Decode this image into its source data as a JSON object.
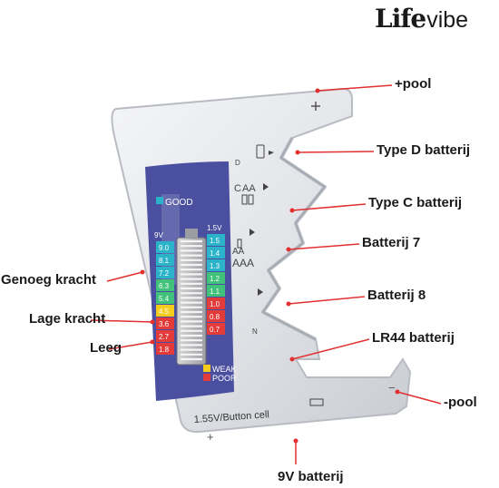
{
  "logo": {
    "bold_part": "Life",
    "thin_part": "vibe"
  },
  "callouts": {
    "plus_pole": "+pool",
    "type_d": "Type D batterij",
    "type_c": "Type C batterij",
    "battery_7": "Batterij 7",
    "battery_8": "Batterij 8",
    "lr44": "LR44 batterij",
    "minus_pole": "-pool",
    "battery_9v": "9V batterij",
    "enough_power": "Genoeg kracht",
    "low_power": "Lage kracht",
    "empty": "Leeg"
  },
  "device": {
    "slot_labels": {
      "d": "D",
      "c": "C",
      "aa": "AA",
      "aaa": "AAA",
      "aaa_small": "AA",
      "n": "N"
    },
    "bottom_label": "1.55V/Button cell",
    "plus_sign": "+",
    "minus_sign": "−"
  },
  "display": {
    "good_label": "GOOD",
    "weak_label": "WEAK",
    "poor_label": "POOR",
    "left_header": "9V",
    "right_header": "1.5V",
    "left_scale": [
      "9.0",
      "8.1",
      "7.2",
      "6.3",
      "5.4",
      "4.5",
      "3.6",
      "2.7",
      "1.8"
    ],
    "right_scale": [
      "1.5",
      "1.4",
      "1.3",
      "1.2",
      "1.1",
      "1.0",
      "0.8",
      "0.7"
    ],
    "colors": {
      "panel": "#4a4fa0",
      "good": "#2bb3c9",
      "green": "#40c27a",
      "yellow": "#f3cc1c",
      "red": "#e33a3a"
    }
  },
  "accent_color": "#e23030"
}
